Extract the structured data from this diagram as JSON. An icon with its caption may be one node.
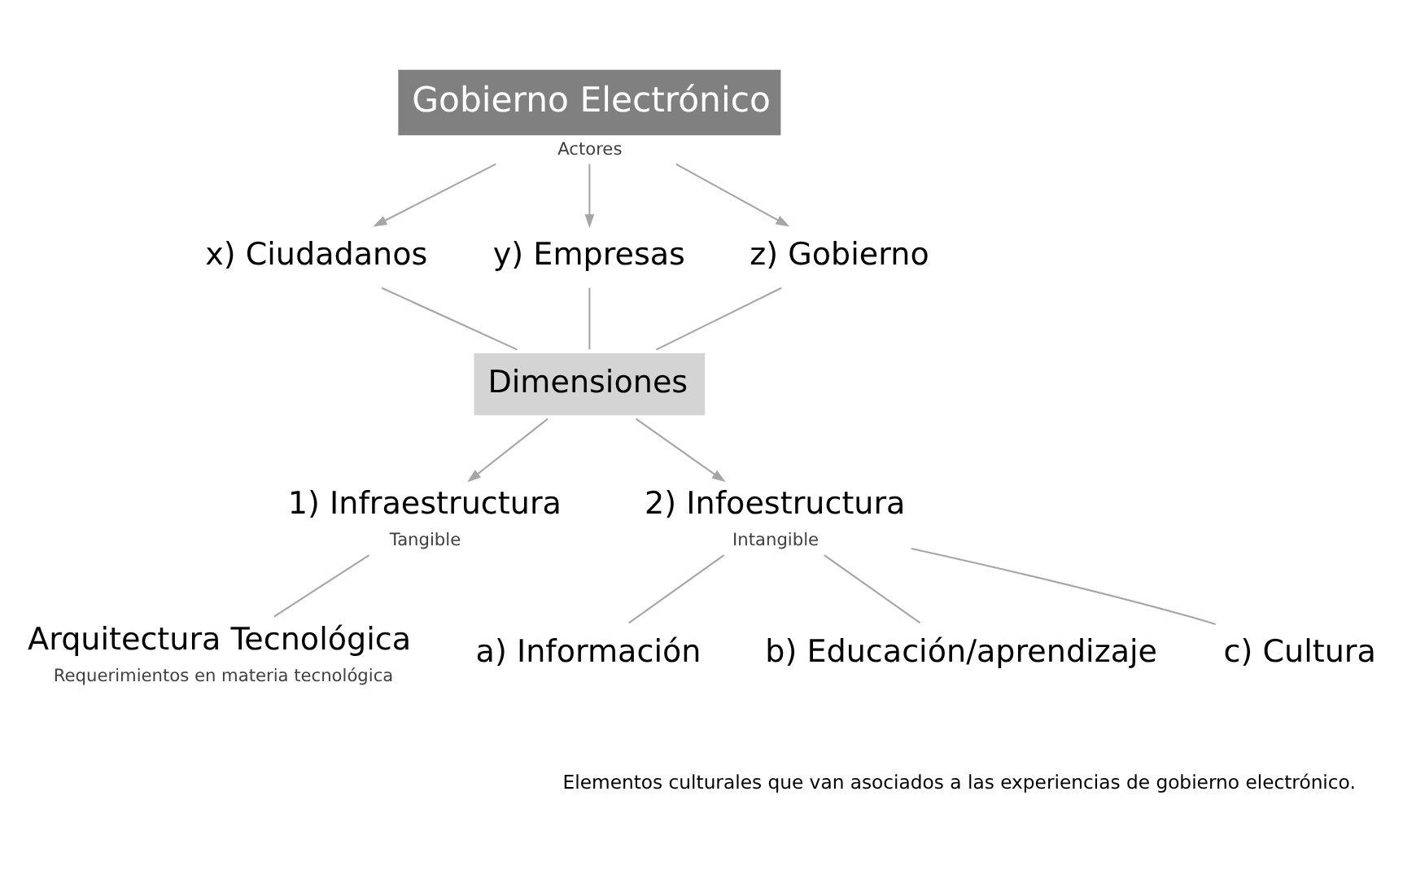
{
  "diagram": {
    "nodes": [
      {
        "text": [
          "Gobierno Electrónico"
        ],
        "beside": [
          "Actores"
        ]
      },
      {
        "text": [
          "x) Ciudadanos"
        ]
      },
      {
        "text": [
          "y) Empresas"
        ]
      },
      {
        "text": [
          "z) Gobierno"
        ]
      },
      {
        "text": [
          "Dimensiones"
        ]
      },
      {
        "text": [
          "1) Infraestructura"
        ],
        "beside": [
          "Tangible"
        ]
      },
      {
        "text": [
          "2) Infoestructura"
        ],
        "beside": [
          "Intangible"
        ]
      },
      {
        "text": [
          "Arquitectura Tecnológica"
        ],
        "beside": [
          "Requerimientos en materia tecnológica"
        ]
      },
      {
        "text": [
          "a) Información"
        ]
      },
      {
        "text": [
          "b) Educación/aprendizaje"
        ]
      },
      {
        "text": [
          "c) Cultura"
        ]
      }
    ],
    "edges": [
      {
        "from": 0,
        "to": 1,
        "arrow": "to"
      },
      {
        "from": 0,
        "to": 2,
        "arrow": "to"
      },
      {
        "from": 0,
        "to": 3,
        "arrow": "to"
      },
      {
        "from": 1,
        "to": 4,
        "arrow": "none"
      },
      {
        "from": 2,
        "to": 4,
        "arrow": "none"
      },
      {
        "from": 3,
        "to": 4,
        "arrow": "none"
      },
      {
        "from": 4,
        "to": 5,
        "arrow": "to"
      },
      {
        "from": 4,
        "to": 6,
        "arrow": "to"
      },
      {
        "from": 5,
        "to": 7,
        "arrow": "none"
      },
      {
        "from": 6,
        "to": 8,
        "arrow": "none"
      },
      {
        "from": 6,
        "to": 9,
        "arrow": "none"
      },
      {
        "from": 6,
        "to": 10,
        "arrow": "none"
      }
    ],
    "labels": [
      "Elementos culturales que van asociados a las experiencias de gobierno electrónico."
    ]
  }
}
